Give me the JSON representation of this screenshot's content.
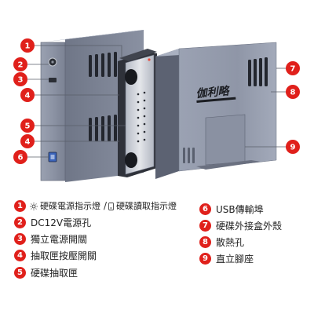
{
  "brand": {
    "name": "伽利略"
  },
  "legend": [
    {
      "num": "1",
      "parts": [
        "硬碟電源指示燈",
        "/",
        "硬碟讀取指示燈"
      ],
      "icons": [
        "sun-light-icon",
        "hdd-icon"
      ]
    },
    {
      "num": "2",
      "label": "DC12V電源孔"
    },
    {
      "num": "3",
      "label": "獨立電源開關"
    },
    {
      "num": "4",
      "label": "抽取匣按壓開關"
    },
    {
      "num": "5",
      "label": "硬碟抽取匣"
    },
    {
      "num": "6",
      "label": "USB傳輸埠"
    },
    {
      "num": "7",
      "label": "硬碟外接盒外殼"
    },
    {
      "num": "8",
      "label": "散熱孔"
    },
    {
      "num": "9",
      "label": "直立腳座"
    }
  ],
  "colors": {
    "callout": "#e0201b",
    "enclosure": "#7d8597",
    "enclosure_dark": "#4f5566",
    "tray": "#c9cdd5"
  }
}
